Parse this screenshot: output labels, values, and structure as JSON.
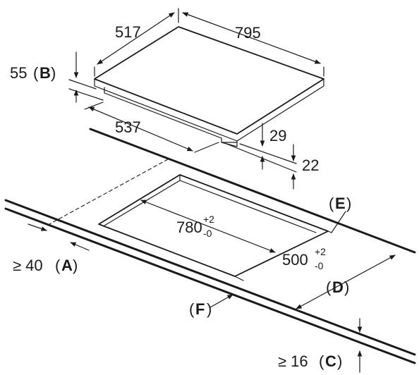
{
  "dimensions": {
    "hob_depth": "517",
    "hob_width": "795",
    "hob_height_value": "55",
    "hob_height_ref": "B",
    "front_overhang": "537",
    "rim_to_frame": "29",
    "frame_height": "22",
    "cutout_width": "780",
    "cutout_width_tol_plus": "+2",
    "cutout_width_tol_minus": "-0",
    "cutout_depth": "500",
    "cutout_depth_tol_plus": "+2",
    "cutout_depth_tol_minus": "-0",
    "min_front_gap_symbol": "≥ 40",
    "min_front_gap_ref": "A",
    "min_thickness_symbol": "≥ 16",
    "min_thickness_ref": "C",
    "ref_D": "D",
    "ref_E": "E",
    "ref_F": "F"
  }
}
